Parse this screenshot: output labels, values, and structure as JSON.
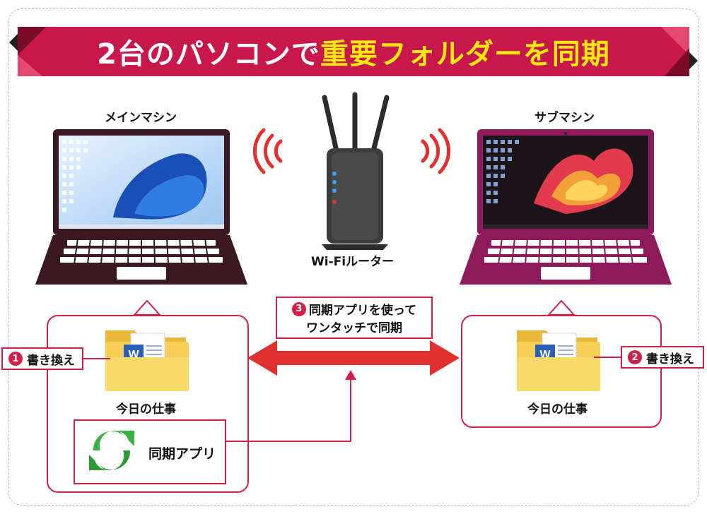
{
  "title": {
    "part1": "2台のパソコンで",
    "part2": "重要フォルダーを同期"
  },
  "main_pc": {
    "label": "メインマシン"
  },
  "sub_pc": {
    "label": "サブマシン"
  },
  "router": {
    "label": "Wi-Fiルーター"
  },
  "step1": {
    "num": "1",
    "text": "書き換え"
  },
  "step2": {
    "num": "2",
    "text": "書き換え"
  },
  "step3": {
    "num": "3",
    "line1": "同期アプリを使って",
    "line2": "ワンタッチで同期"
  },
  "left_folder": {
    "label": "今日の仕事",
    "doc_letter": "W"
  },
  "right_folder": {
    "label": "今日の仕事",
    "doc_letter": "W"
  },
  "sync_app": {
    "label": "同期アプリ"
  },
  "colors": {
    "accent": "#d12048",
    "banner": "#c8174b",
    "highlight": "#ffe812",
    "main_pc_body": "#3a1a20",
    "sub_pc_body": "#8d1a5a",
    "wifi": "#e0302f",
    "folder": "#f7cf58",
    "sync_green": "#3bb143"
  },
  "icons": [
    "wifi-waves-icon",
    "router-icon",
    "laptop-icon",
    "folder-icon",
    "word-document-icon",
    "sync-icon",
    "double-arrow-icon"
  ]
}
